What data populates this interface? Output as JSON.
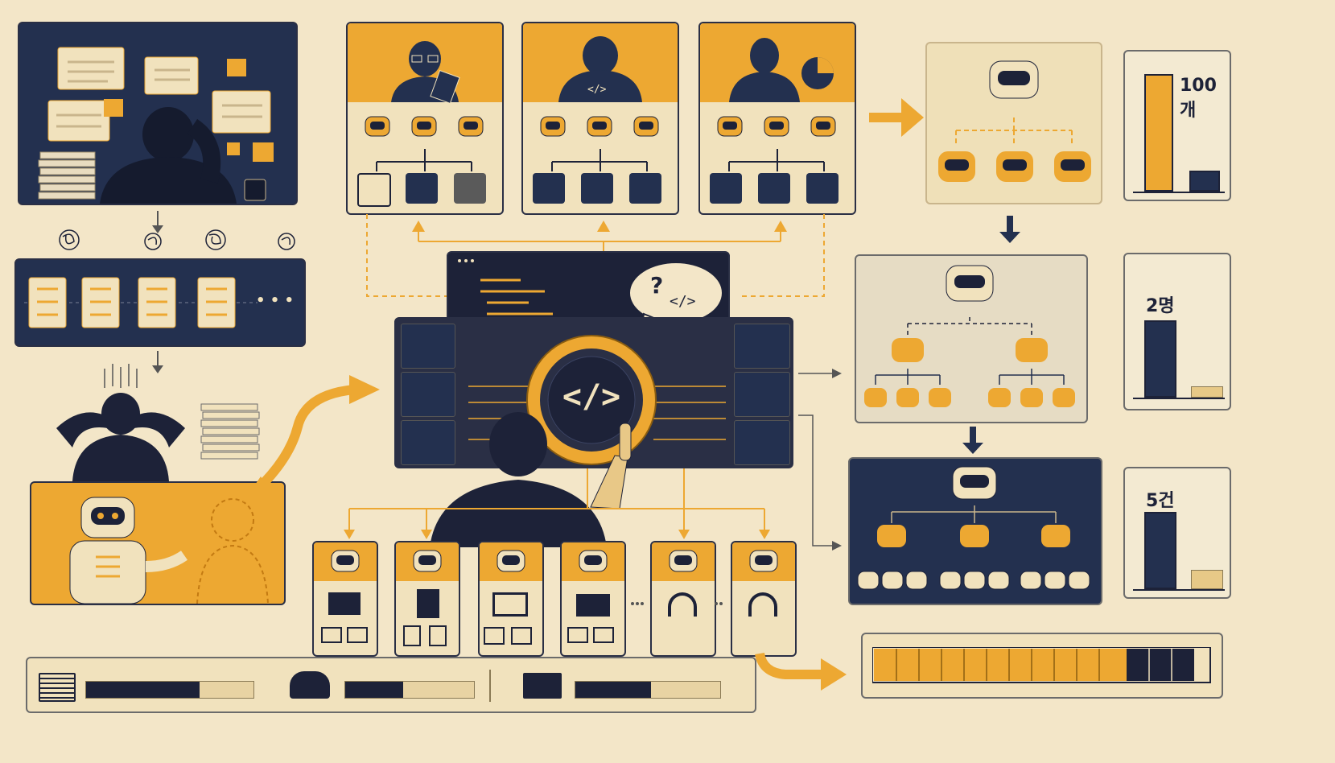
{
  "colors": {
    "background": "#f3e6c8",
    "navy": "#23304f",
    "gold": "#eda832",
    "cream": "#f1e2bd",
    "ink": "#1d2238"
  },
  "stats": {
    "agents_count": "100개",
    "people_count": "2명",
    "incidents_count": "5건"
  },
  "center_screen": {
    "question_mark": "?",
    "code_symbol": "</>"
  },
  "icons": {
    "left_tools": [
      "trend-chart",
      "checkbox",
      "database"
    ],
    "right_tools": [
      "team",
      "bar-chart",
      "gear"
    ],
    "persona_1_tools": [
      "clipboard-checklist",
      "team",
      "bar-chart"
    ],
    "persona_2_tools": [
      "cloud",
      "database",
      "code-window"
    ],
    "persona_3_tools": [
      "megaphone",
      "trend-chart",
      "team"
    ],
    "worker_tasks": [
      "envelope",
      "document",
      "spreadsheet",
      "folder",
      "headset",
      "headset"
    ],
    "bottom_bar": [
      "paper-stack",
      "people",
      "folder"
    ]
  },
  "progress": {
    "bottom_bar_1": 0.68,
    "bottom_bar_2": 0.45,
    "bottom_bar_3": 0.52,
    "segment_filled": 0.79
  },
  "misc": {
    "ellipsis": "• • •"
  }
}
